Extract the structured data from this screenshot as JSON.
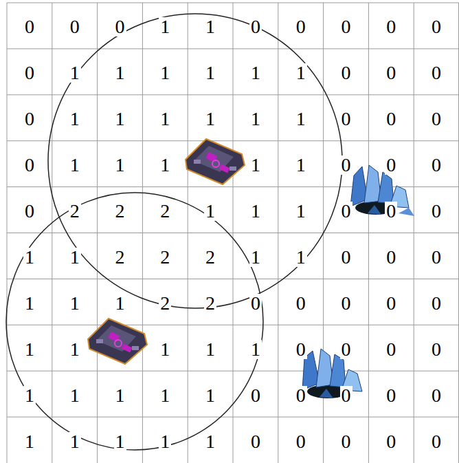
{
  "diagram": {
    "labels": [
      "0",
      "0",
      "0",
      "1",
      "1",
      "0",
      "0",
      "0",
      "0",
      "0",
      "0",
      "1",
      "1",
      "1",
      "1",
      "1",
      "1",
      "0",
      "0",
      "0",
      "0",
      "1",
      "1",
      "1",
      "1",
      "1",
      "1",
      "0",
      "0",
      "0",
      "0",
      "1",
      "1",
      "1",
      "1",
      "1",
      "0",
      "0",
      "0",
      "0",
      "2",
      "2",
      "2",
      "1",
      "1",
      "1",
      "0",
      "0",
      "0",
      "1",
      "1",
      "2",
      "2",
      "2",
      "1",
      "1",
      "0",
      "0",
      "0",
      "1",
      "1",
      "1",
      "2",
      "2",
      "0",
      "0",
      "0",
      "0",
      "0",
      "1",
      "1",
      "1",
      "1",
      "1",
      "0",
      "0",
      "0",
      "0",
      "1",
      "1",
      "1",
      "1",
      "1",
      "0",
      "0",
      "0",
      "0",
      "0",
      "1",
      "1",
      "1",
      "1",
      "1",
      "0",
      "0",
      "0",
      "0",
      "0"
    ]
  }
}
